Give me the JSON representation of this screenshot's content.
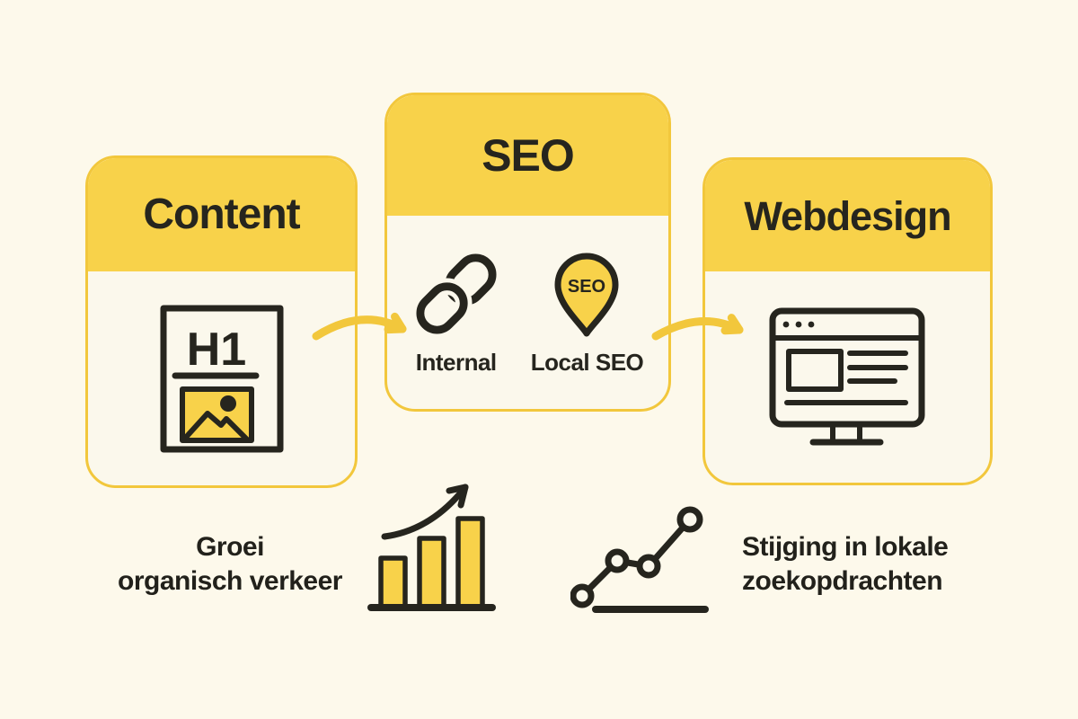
{
  "colors": {
    "background": "#FDF9EB",
    "card_fill": "#FBF8EC",
    "yellow": "#F8D24A",
    "yellow_border": "#F2C73C",
    "dark": "#26251E"
  },
  "cards": {
    "content": {
      "title": "Content",
      "doc_heading": "H1"
    },
    "seo": {
      "title": "SEO",
      "pin_text": "SEO",
      "items": [
        {
          "label": "Internal"
        },
        {
          "label": "Local SEO"
        }
      ]
    },
    "webdesign": {
      "title": "Webdesign"
    }
  },
  "captions": {
    "organic": {
      "line1": "Groei",
      "line2": "organisch verkeer"
    },
    "local": {
      "line1": "Stijging in lokale",
      "line2": "zoekopdrachten"
    }
  }
}
